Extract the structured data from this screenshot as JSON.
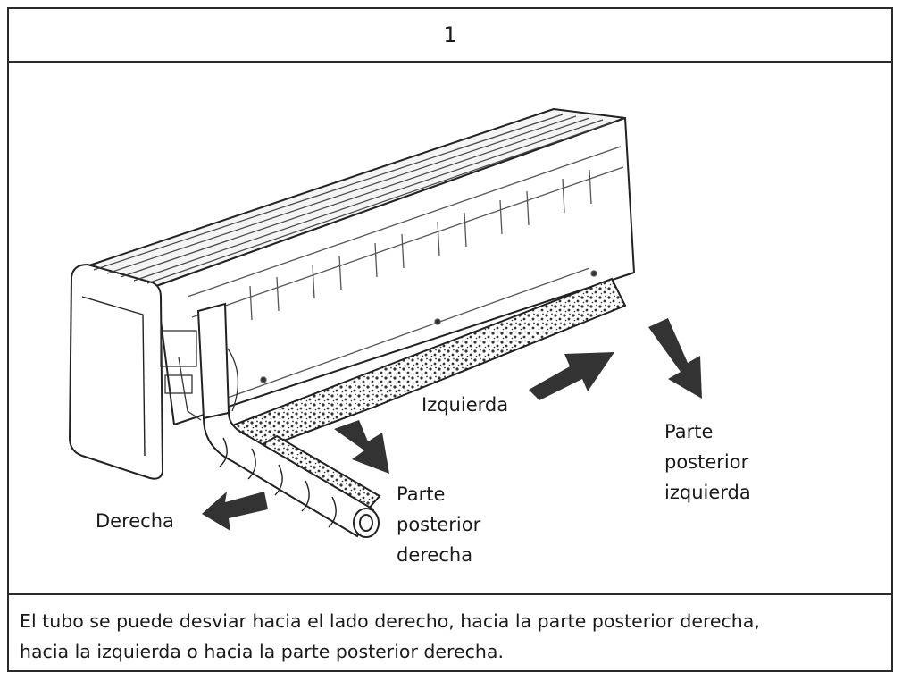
{
  "header": {
    "number": "1"
  },
  "figure": {
    "labels": {
      "derecha": "Derecha",
      "parte_posterior_derecha": [
        "Parte",
        "posterior",
        "derecha"
      ],
      "izquierda": "Izquierda",
      "parte_posterior_izquierda": [
        "Parte",
        "posterior",
        "izquierda"
      ]
    },
    "icons": [
      "arrow-left-icon",
      "arrow-down-right-icon",
      "arrow-right-icon",
      "air-conditioner-unit-illustration"
    ]
  },
  "caption": {
    "line1": "El tubo se puede desviar hacia el lado derecho, hacia la parte posterior derecha,",
    "line2": "hacia la izquierda o hacia la parte posterior derecha."
  },
  "colors": {
    "border": "#2a2a2a",
    "ink": "#1a1a1a",
    "arrow": "#333333"
  }
}
